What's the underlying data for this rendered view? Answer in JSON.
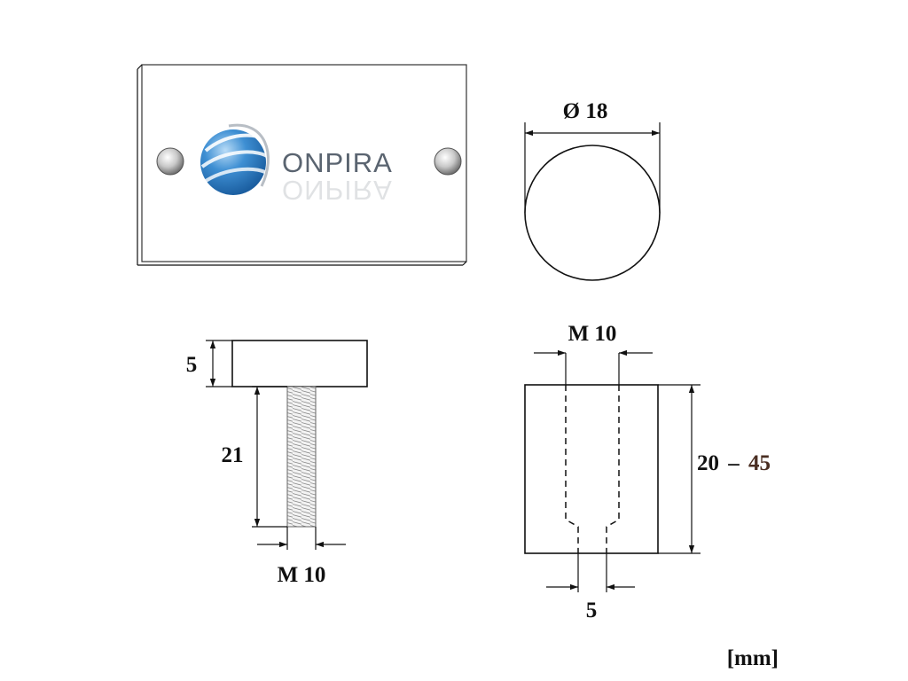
{
  "logo": {
    "text": "ONPIRA",
    "text_color": "#5a6470",
    "globe_color": "#2f7fc6"
  },
  "dimensions": {
    "disc_diameter": "Ø 18",
    "head_height": "5",
    "screw_length": "21",
    "screw_thread": "M 10",
    "insert_thread": "M 10",
    "insert_height_min": "20",
    "insert_height_dash": "–",
    "insert_height_max": "45",
    "insert_hole": "5"
  },
  "units": "[mm]"
}
